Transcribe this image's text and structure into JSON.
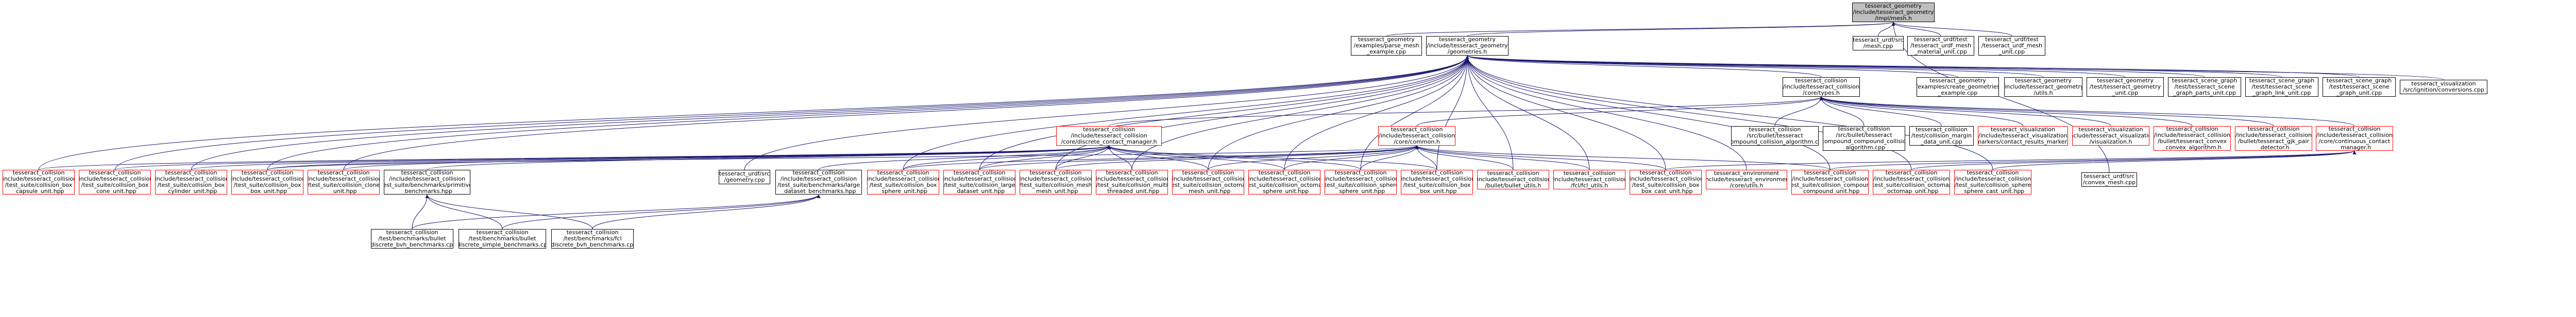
{
  "edge_color": "#191970",
  "nodes": [
    {
      "id": "root",
      "label": "tesseract_geometry\n/include/tesseract_geometry\n/impl/mesh.h",
      "style": "focus"
    },
    {
      "id": "parse_mesh_ex",
      "label": "tesseract_geometry\n/examples/parse_mesh\n_example.cpp",
      "style": "black"
    },
    {
      "id": "geometries_h",
      "label": "tesseract_geometry\n/include/tesseract_geometry\n/geometries.h",
      "style": "black"
    },
    {
      "id": "urdf_mesh_cpp",
      "label": "tesseract_urdf/src\n/mesh.cpp",
      "style": "black"
    },
    {
      "id": "urdf_mesh_unit",
      "label": "tesseract_urdf/test\n/tesseract_urdf_mesh\n_material_unit.cpp",
      "style": "black"
    },
    {
      "id": "urdf_mesh_unit2",
      "label": "tesseract_urdf/test\n/tesseract_urdf_mesh\n_unit.cpp",
      "style": "black"
    },
    {
      "id": "types_h",
      "label": "tesseract_collision\n/include/tesseract_collision\n/core/types.h",
      "style": "black"
    },
    {
      "id": "create_geoms_ex",
      "label": "tesseract_geometry\n/examples/create_geometries\n_example.cpp",
      "style": "black"
    },
    {
      "id": "geom_utils",
      "label": "tesseract_geometry\n/include/tesseract_geometry\n/utils.h",
      "style": "black"
    },
    {
      "id": "geom_unit",
      "label": "tesseract_geometry\n/test/tesseract_geometry\n_unit.cpp",
      "style": "black"
    },
    {
      "id": "sg_parts_unit",
      "label": "tesseract_scene_graph\n/test/tesseract_scene\n_graph_parts_unit.cpp",
      "style": "black"
    },
    {
      "id": "sg_link_unit",
      "label": "tesseract_scene_graph\n/test/tesseract_scene\n_graph_link_unit.cpp",
      "style": "black"
    },
    {
      "id": "sg_unit",
      "label": "tesseract_scene_graph\n/test/tesseract_scene\n_graph_unit.cpp",
      "style": "black"
    },
    {
      "id": "vis_ign",
      "label": "tesseract_visualization\n/src/ignition/conversions.cpp",
      "style": "black"
    },
    {
      "id": "dcm_h",
      "label": "tesseract_collision\n/include/tesseract_collision\n/core/discrete_contact_manager.h",
      "style": "red"
    },
    {
      "id": "common_h",
      "label": "tesseract_collision\n/include/tesseract_collision\n/core/common.h",
      "style": "red"
    },
    {
      "id": "compound_algo",
      "label": "tesseract_collision\n/src/bullet/tesseract\n_compound_collision_algorithm.cpp",
      "style": "black"
    },
    {
      "id": "compound_algo2",
      "label": "tesseract_collision\n/src/bullet/tesseract\n_compound_compound_collision\n_algorithm.cpp",
      "style": "black"
    },
    {
      "id": "margin_unit",
      "label": "tesseract_collision\n/test/collision_margin\n_data_unit.cpp",
      "style": "black"
    },
    {
      "id": "vis_markers",
      "label": "tesseract_visualization\n/include/tesseract_visualization\n/markers/contact_results_marker.h",
      "style": "red"
    },
    {
      "id": "vis_h",
      "label": "tesseract_visualization\n/include/tesseract_visualization\n/visualization.h",
      "style": "red"
    },
    {
      "id": "convex_algo",
      "label": "tesseract_collision\n/include/tesseract_collision\n/bullet/tesseract_convex\n_convex_algorithm.h",
      "style": "red"
    },
    {
      "id": "gjk_pair",
      "label": "tesseract_collision\n/include/tesseract_collision\n/bullet/tesseract_gjk_pair\n_detector.h",
      "style": "red"
    },
    {
      "id": "ccm_h",
      "label": "tesseract_collision\n/include/tesseract_collision\n/core/continuous_contact\n_manager.h",
      "style": "red"
    },
    {
      "id": "urdf_geom",
      "label": "tesseract_urdf/src\n/geometry.cpp",
      "style": "black"
    },
    {
      "id": "bb_capsule",
      "label": "tesseract_collision\n/include/tesseract_collision\n/test_suite/collision_box\n_capsule_unit.hpp",
      "style": "red"
    },
    {
      "id": "bb_cone",
      "label": "tesseract_collision\n/include/tesseract_collision\n/test_suite/collision_box\n_cone_unit.hpp",
      "style": "red"
    },
    {
      "id": "bb_cyl",
      "label": "tesseract_collision\n/include/tesseract_collision\n/test_suite/collision_box\n_cylinder_unit.hpp",
      "style": "red"
    },
    {
      "id": "bb_box",
      "label": "tesseract_collision\n/include/tesseract_collision\n/test_suite/collision_box\n_box_unit.hpp",
      "style": "red"
    },
    {
      "id": "clone_unit",
      "label": "tesseract_collision\n/include/tesseract_collision\n/test_suite/collision_clone\n_unit.hpp",
      "style": "red"
    },
    {
      "id": "bench_prim",
      "label": "tesseract_collision\n/include/tesseract_collision\n/test_suite/benchmarks/primitives\n_benchmarks.hpp",
      "style": "black"
    },
    {
      "id": "bench_large",
      "label": "tesseract_collision\n/include/tesseract_collision\n/test_suite/benchmarks/large\n_dataset_benchmarks.hpp",
      "style": "black"
    },
    {
      "id": "box_sphere",
      "label": "tesseract_collision\n/include/tesseract_collision\n/test_suite/collision_box\n_sphere_unit.hpp",
      "style": "red"
    },
    {
      "id": "large_ds",
      "label": "tesseract_collision\n/include/tesseract_collision\n/test_suite/collision_large\n_dataset_unit.hpp",
      "style": "red"
    },
    {
      "id": "mesh_mesh",
      "label": "tesseract_collision\n/include/tesseract_collision\n/test_suite/collision_mesh\n_mesh_unit.hpp",
      "style": "red"
    },
    {
      "id": "multi_thread",
      "label": "tesseract_collision\n/include/tesseract_collision\n/test_suite/collision_multi\n_threaded_unit.hpp",
      "style": "red"
    },
    {
      "id": "octo_mesh",
      "label": "tesseract_collision\n/include/tesseract_collision\n/test_suite/collision_octomap\n_mesh_unit.hpp",
      "style": "red"
    },
    {
      "id": "octo_sphere",
      "label": "tesseract_collision\n/include/tesseract_collision\n/test_suite/collision_octomap\n_sphere_unit.hpp",
      "style": "red"
    },
    {
      "id": "sphere_sphere",
      "label": "tesseract_collision\n/include/tesseract_collision\n/test_suite/collision_sphere\n_sphere_unit.hpp",
      "style": "red"
    },
    {
      "id": "box_box2",
      "label": "tesseract_collision\n/include/tesseract_collision\n/test_suite/collision_box\n_box_unit.hpp",
      "style": "red"
    },
    {
      "id": "bullet_utils",
      "label": "tesseract_collision\n/include/tesseract_collision\n/bullet/bullet_utils.h",
      "style": "red"
    },
    {
      "id": "fcl_utils",
      "label": "tesseract_collision\n/include/tesseract_collision\n/fcl/fcl_utils.h",
      "style": "red"
    },
    {
      "id": "box_cast",
      "label": "tesseract_collision\n/include/tesseract_collision\n/test_suite/collision_box\n_box_cast_unit.hpp",
      "style": "red"
    },
    {
      "id": "env_convex",
      "label": "tesseract_environment\n/include/tesseract_environment\n/core/utils.h",
      "style": "red"
    },
    {
      "id": "compound_unit",
      "label": "tesseract_collision\n/include/tesseract_collision\n/test_suite/collision_compound\n_compound_unit.hpp",
      "style": "red"
    },
    {
      "id": "octo_cast",
      "label": "tesseract_collision\n/include/tesseract_collision\n/test_suite/collision_octomap\n_octomap_unit.hpp",
      "style": "red"
    },
    {
      "id": "sphere_cast",
      "label": "tesseract_collision\n/include/tesseract_collision\n/test_suite/collision_sphere\n_sphere_cast_unit.hpp",
      "style": "red"
    },
    {
      "id": "convex_mesh",
      "label": "tesseract_urdf/src\n/convex_mesh.cpp",
      "style": "black"
    },
    {
      "id": "bench_bvh",
      "label": "tesseract_collision\n/test/benchmarks/bullet\n_discrete_bvh_benchmarks.cpp",
      "style": "black"
    },
    {
      "id": "bench_simple",
      "label": "tesseract_collision\n/test/benchmarks/bullet\n_discrete_simple_benchmarks.cpp",
      "style": "black"
    },
    {
      "id": "bench_fcl",
      "label": "tesseract_collision\n/test/benchmarks/fcl\n_discrete_bvh_benchmarks.cpp",
      "style": "black"
    }
  ],
  "edges": [
    [
      "root",
      "parse_mesh_ex"
    ],
    [
      "root",
      "geometries_h"
    ],
    [
      "root",
      "urdf_mesh_cpp"
    ],
    [
      "root",
      "urdf_mesh_unit"
    ],
    [
      "root",
      "urdf_mesh_unit2"
    ],
    [
      "root",
      "convex_mesh"
    ],
    [
      "geometries_h",
      "types_h"
    ],
    [
      "geometries_h",
      "create_geoms_ex"
    ],
    [
      "geometries_h",
      "geom_utils"
    ],
    [
      "geometries_h",
      "geom_unit"
    ],
    [
      "geometries_h",
      "sg_parts_unit"
    ],
    [
      "geometries_h",
      "sg_link_unit"
    ],
    [
      "geometries_h",
      "sg_unit"
    ],
    [
      "geometries_h",
      "vis_ign"
    ],
    [
      "geometries_h",
      "urdf_geom"
    ],
    [
      "geometries_h",
      "bb_capsule"
    ],
    [
      "geometries_h",
      "bb_cone"
    ],
    [
      "geometries_h",
      "bb_cyl"
    ],
    [
      "geometries_h",
      "bb_box"
    ],
    [
      "geometries_h",
      "clone_unit"
    ],
    [
      "geometries_h",
      "box_sphere"
    ],
    [
      "geometries_h",
      "large_ds"
    ],
    [
      "geometries_h",
      "mesh_mesh"
    ],
    [
      "geometries_h",
      "multi_thread"
    ],
    [
      "geometries_h",
      "octo_mesh"
    ],
    [
      "geometries_h",
      "octo_sphere"
    ],
    [
      "geometries_h",
      "sphere_sphere"
    ],
    [
      "geometries_h",
      "box_box2"
    ],
    [
      "geometries_h",
      "bullet_utils"
    ],
    [
      "geometries_h",
      "fcl_utils"
    ],
    [
      "geometries_h",
      "box_cast"
    ],
    [
      "geometries_h",
      "compound_unit"
    ],
    [
      "geometries_h",
      "octo_cast"
    ],
    [
      "geometries_h",
      "sphere_cast"
    ],
    [
      "geometries_h",
      "env_convex"
    ],
    [
      "types_h",
      "dcm_h"
    ],
    [
      "types_h",
      "common_h"
    ],
    [
      "types_h",
      "compound_algo"
    ],
    [
      "types_h",
      "compound_algo2"
    ],
    [
      "types_h",
      "margin_unit"
    ],
    [
      "types_h",
      "vis_markers"
    ],
    [
      "types_h",
      "vis_h"
    ],
    [
      "types_h",
      "convex_algo"
    ],
    [
      "types_h",
      "gjk_pair"
    ],
    [
      "types_h",
      "ccm_h"
    ],
    [
      "dcm_h",
      "bb_capsule"
    ],
    [
      "dcm_h",
      "bb_cone"
    ],
    [
      "dcm_h",
      "bb_cyl"
    ],
    [
      "dcm_h",
      "bb_box"
    ],
    [
      "dcm_h",
      "clone_unit"
    ],
    [
      "dcm_h",
      "bench_prim"
    ],
    [
      "dcm_h",
      "bench_large"
    ],
    [
      "dcm_h",
      "box_sphere"
    ],
    [
      "dcm_h",
      "large_ds"
    ],
    [
      "dcm_h",
      "mesh_mesh"
    ],
    [
      "dcm_h",
      "multi_thread"
    ],
    [
      "dcm_h",
      "octo_mesh"
    ],
    [
      "dcm_h",
      "octo_sphere"
    ],
    [
      "dcm_h",
      "sphere_sphere"
    ],
    [
      "dcm_h",
      "box_box2"
    ],
    [
      "common_h",
      "bb_box"
    ],
    [
      "common_h",
      "box_sphere"
    ],
    [
      "common_h",
      "large_ds"
    ],
    [
      "common_h",
      "mesh_mesh"
    ],
    [
      "common_h",
      "octo_mesh"
    ],
    [
      "common_h",
      "octo_sphere"
    ],
    [
      "common_h",
      "sphere_sphere"
    ],
    [
      "common_h",
      "box_box2"
    ],
    [
      "common_h",
      "bullet_utils"
    ],
    [
      "common_h",
      "fcl_utils"
    ],
    [
      "common_h",
      "box_cast"
    ],
    [
      "common_h",
      "compound_unit"
    ],
    [
      "ccm_h",
      "box_cast"
    ],
    [
      "ccm_h",
      "compound_unit"
    ],
    [
      "ccm_h",
      "octo_cast"
    ],
    [
      "ccm_h",
      "sphere_cast"
    ],
    [
      "bench_prim",
      "bench_bvh"
    ],
    [
      "bench_prim",
      "bench_simple"
    ],
    [
      "bench_prim",
      "bench_fcl"
    ],
    [
      "bench_large",
      "bench_bvh"
    ],
    [
      "bench_large",
      "bench_simple"
    ],
    [
      "bench_large",
      "bench_fcl"
    ]
  ]
}
